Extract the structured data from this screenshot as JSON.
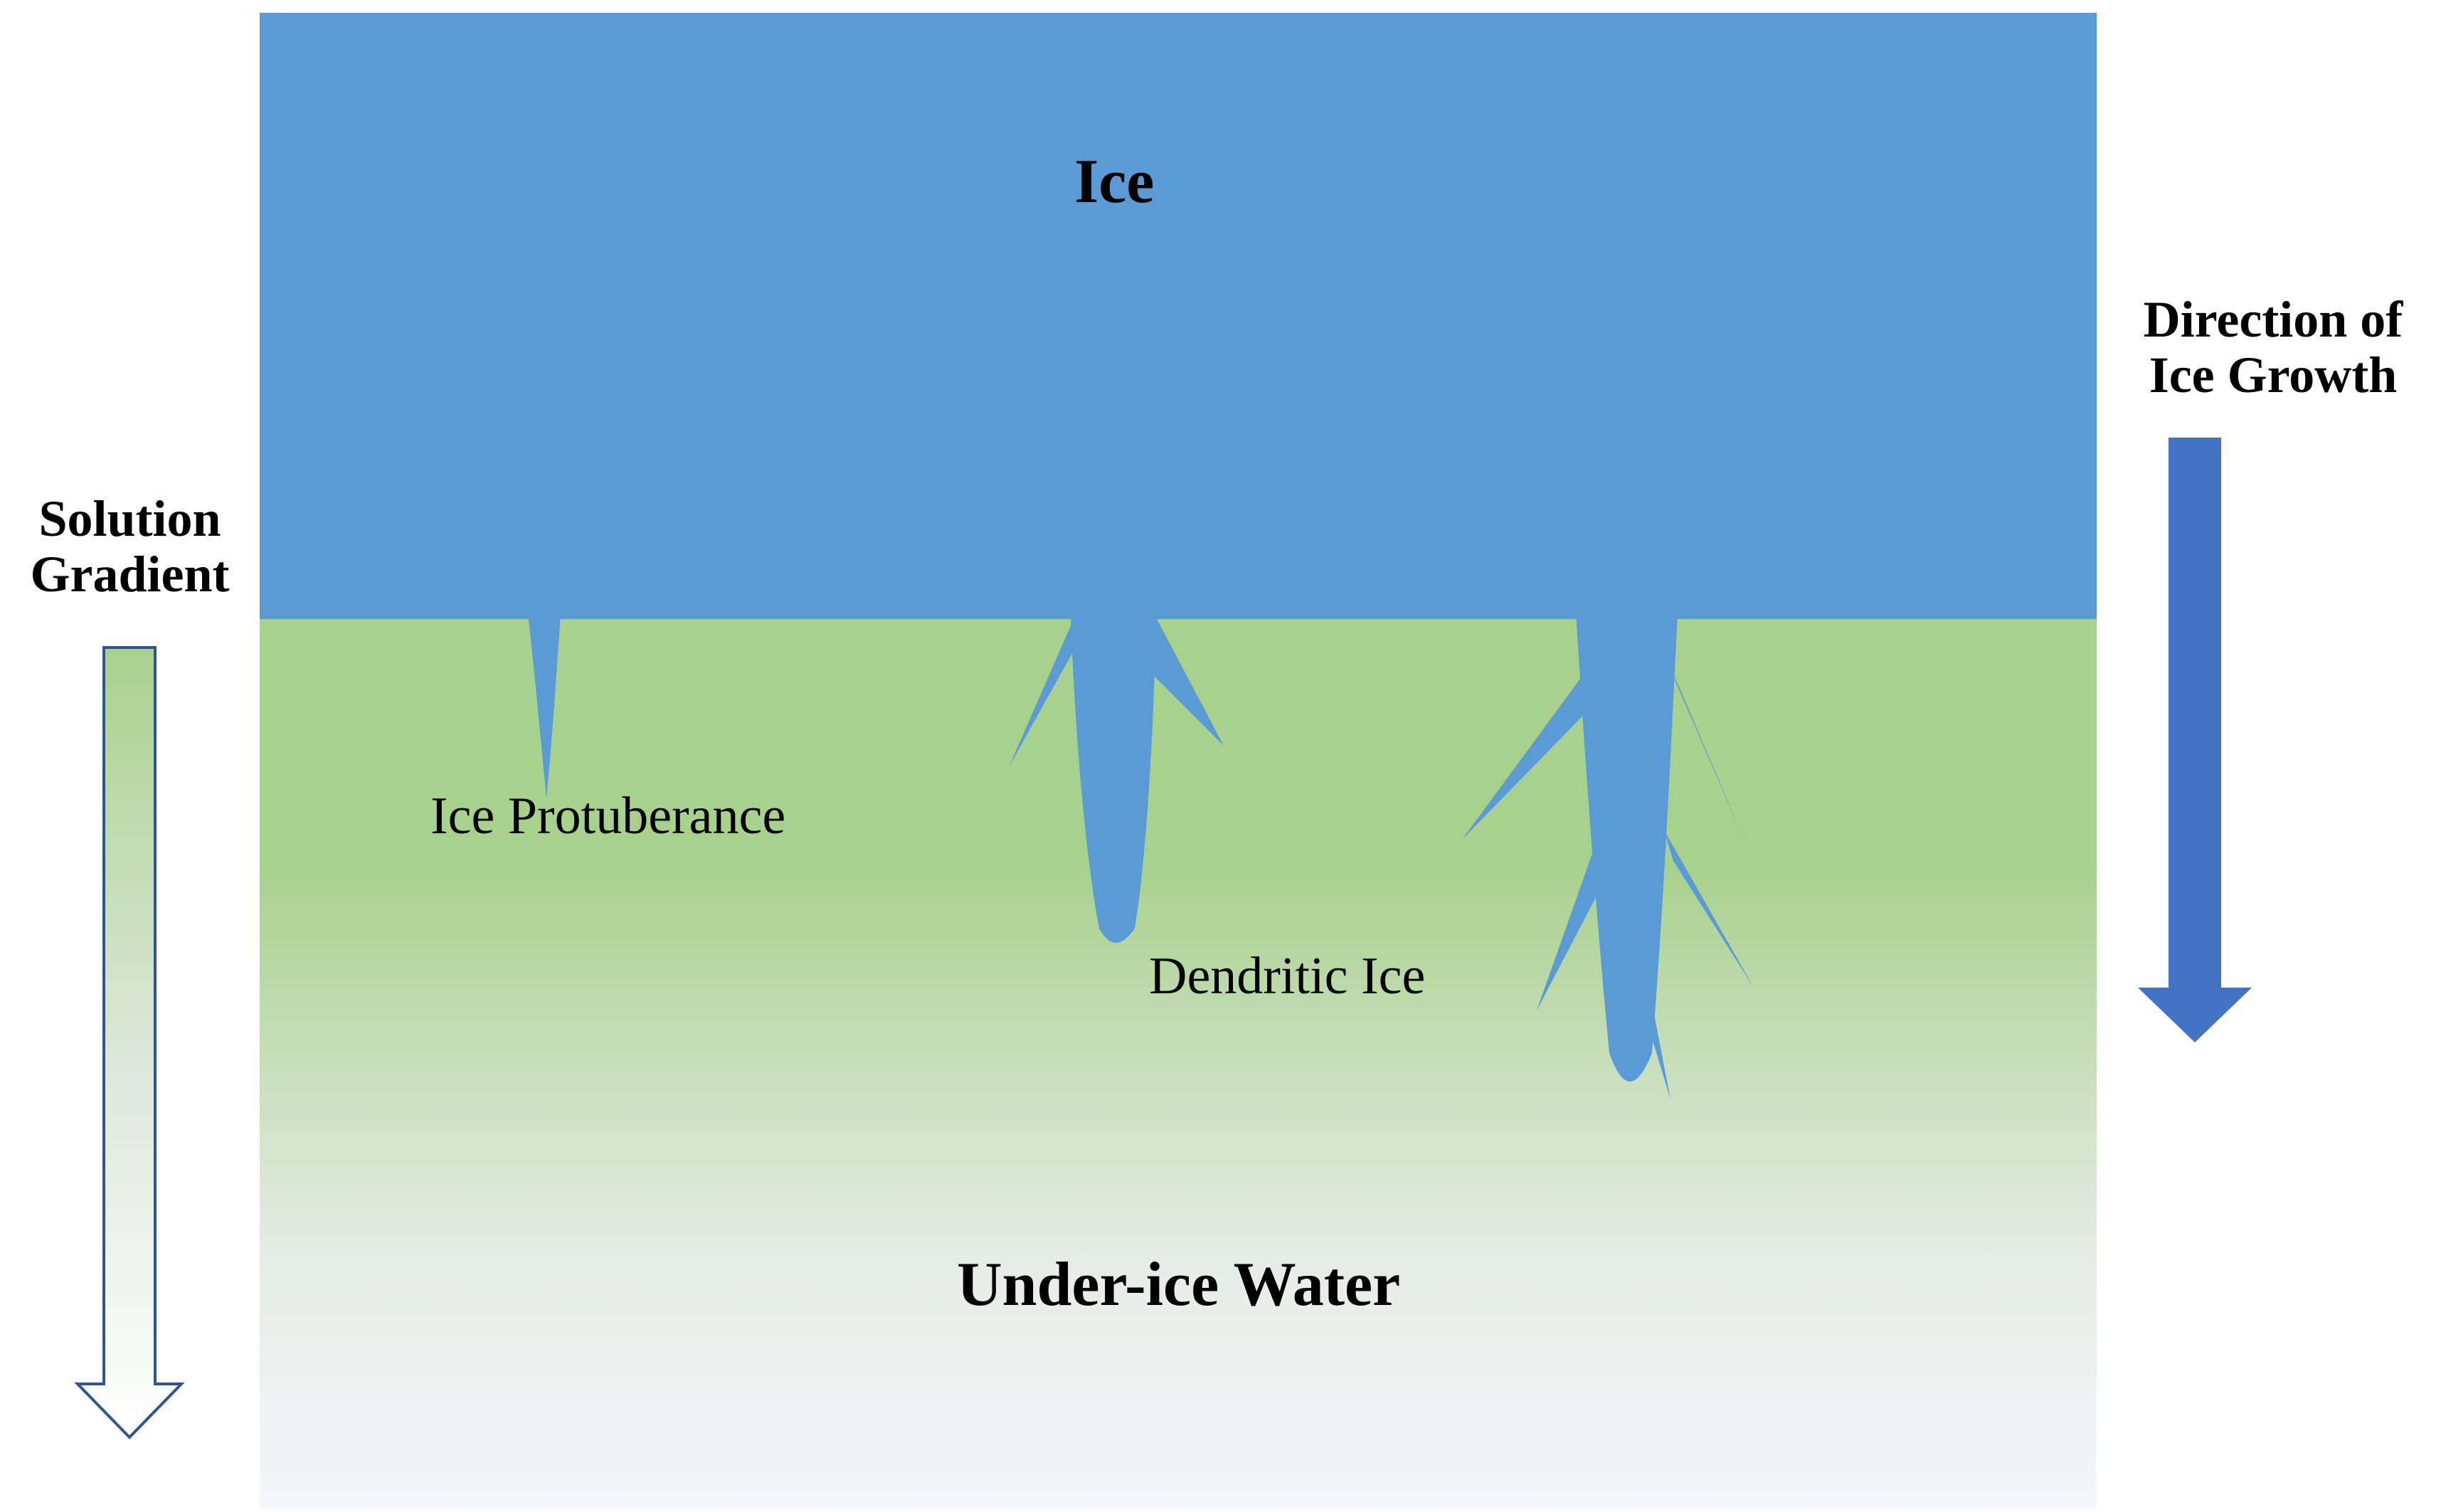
{
  "labels": {
    "ice": "Ice",
    "under_ice_water": "Under-ice Water",
    "ice_protuberance": "Ice Protuberance",
    "dendritic_ice": "Dendritic Ice",
    "solution_gradient_line1": "Solution",
    "solution_gradient_line2": "Gradient",
    "growth_direction_line1": "Direction of",
    "growth_direction_line2": "Ice Growth"
  },
  "colors": {
    "ice": "#5b9bd5",
    "solution_green": "#a9d18e",
    "water_pale": "#f4f7fb",
    "growth_arrow": "#4472c4",
    "solution_arrow_outline": "#2f5597"
  }
}
